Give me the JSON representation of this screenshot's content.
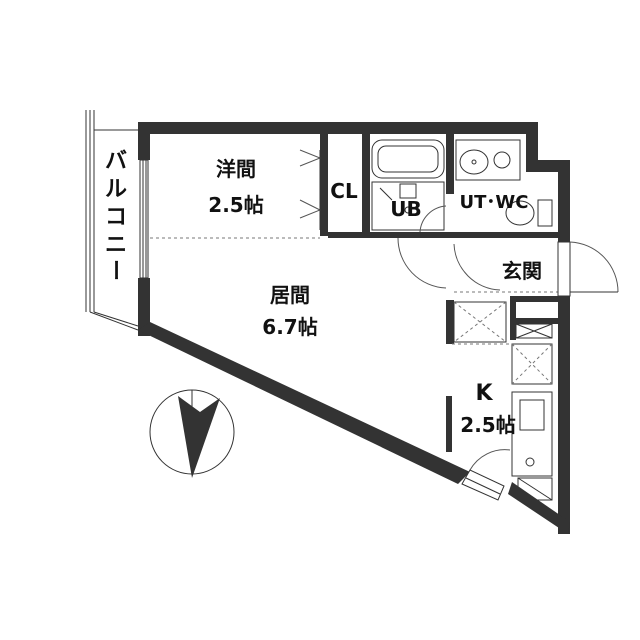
{
  "rooms": {
    "western": {
      "name": "洋間",
      "size": "2.5帖"
    },
    "closet": {
      "name": "CL"
    },
    "bath": {
      "name": "UB"
    },
    "utility": {
      "name": "UT･WC"
    },
    "entrance": {
      "name": "玄関"
    },
    "living": {
      "name": "居間",
      "size": "6.7帖"
    },
    "kitchen": {
      "name": "K",
      "size": "2.5帖"
    }
  },
  "balcony": {
    "chars": [
      "バ",
      "ル",
      "コ",
      "ニ",
      "ー"
    ]
  },
  "compass": {
    "icon": "north-arrow-icon"
  },
  "colors": {
    "wall": "#333333",
    "line": "#777777"
  }
}
